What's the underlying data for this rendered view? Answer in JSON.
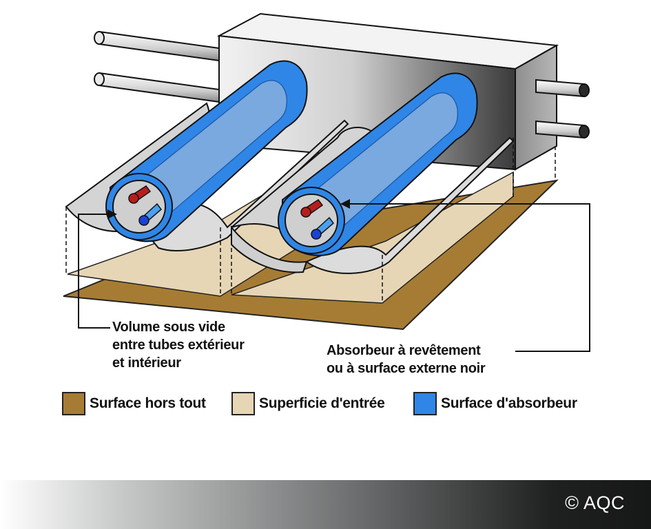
{
  "labels": {
    "vacuum_volume": [
      "Volume sous vide",
      "entre tubes extérieur",
      "et intérieur"
    ],
    "absorber_coating": [
      "Absorbeur à revêtement",
      "ou à surface externe noir"
    ]
  },
  "legend": [
    {
      "label": "Surface hors tout",
      "color": "#a67c34"
    },
    {
      "label": "Superficie d'entrée",
      "color": "#e6d6b6"
    },
    {
      "label": "Surface d'absorbeur",
      "color": "#2f86e6"
    }
  ],
  "footer": {
    "copyright": "© AQC"
  },
  "colors": {
    "gross_area": "#a67c34",
    "aperture_area": "#e6d6b6",
    "absorber": "#2f86e6",
    "inner_tube": "#7aa9df",
    "hot_pipe": "#b81d1d",
    "cold_pipe": "#1a43d6",
    "reflector": "#d9d9d9"
  }
}
